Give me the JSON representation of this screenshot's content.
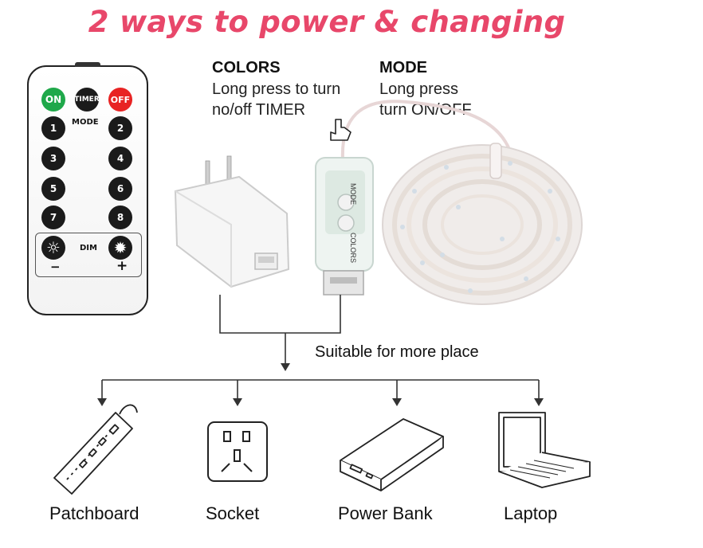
{
  "title": "2 ways to power & changing",
  "remote": {
    "buttons_top": [
      "ON",
      "TIMER",
      "OFF"
    ],
    "mode_label": "MODE",
    "mode_buttons": [
      "1",
      "2",
      "3",
      "4",
      "5",
      "6",
      "7",
      "8"
    ],
    "dim_label": "DIM",
    "minus": "−",
    "plus": "+"
  },
  "colors_callout": {
    "heading": "COLORS",
    "line1": "Long press to turn",
    "line2": "no/off TIMER"
  },
  "mode_callout": {
    "heading": "MODE",
    "line1": "Long press",
    "line2": "turn ON/OFF"
  },
  "controller": {
    "mode_text": "MODE",
    "colors_text": "COLORS"
  },
  "suitable_text": "Suitable for more place",
  "devices": [
    {
      "label": "Patchboard"
    },
    {
      "label": "Socket"
    },
    {
      "label": "Power Bank"
    },
    {
      "label": "Laptop"
    }
  ],
  "colors": {
    "title": "#e8476a",
    "on": "#1fa84a",
    "off": "#e82323",
    "button": "#1b1b1b"
  }
}
